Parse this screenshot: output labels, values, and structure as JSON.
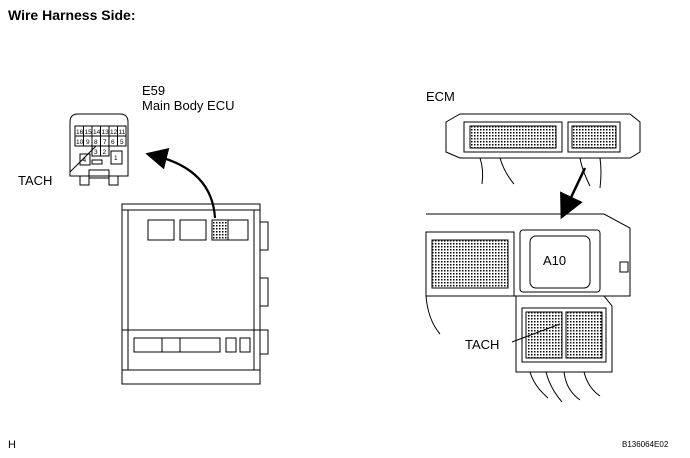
{
  "header": {
    "title": "Wire Harness Side:"
  },
  "left_connector": {
    "code": "E59",
    "name": "Main Body ECU",
    "pin_label": "TACH",
    "pins_top": [
      "16",
      "15",
      "14",
      "13",
      "12",
      "11"
    ],
    "pins_mid": [
      "10",
      "9",
      "8",
      "7",
      "6",
      "5"
    ],
    "pins_low": [
      "3",
      "2"
    ],
    "pin_4": "4",
    "pin_1": "1"
  },
  "right_connector": {
    "title": "ECM",
    "connector_code": "A10",
    "pin_label": "TACH"
  },
  "footer": {
    "left_mark": "H",
    "figure_id": "B136064E02"
  }
}
